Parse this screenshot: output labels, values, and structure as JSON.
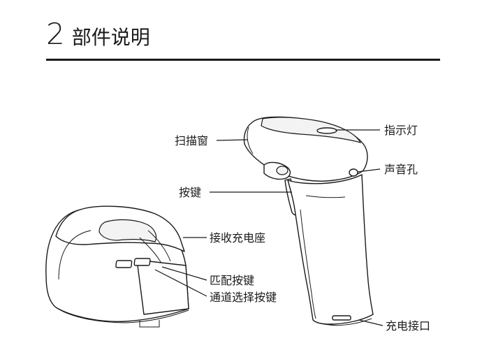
{
  "header": {
    "number": "2",
    "title": "部件说明"
  },
  "labels": {
    "scan_window": "扫描窗",
    "indicator": "指示灯",
    "speaker_hole": "声音孔",
    "trigger_button": "按键",
    "charging_cradle": "接收充电座",
    "pair_button": "匹配按键",
    "channel_button": "通道选择按键",
    "charge_port": "充电接口"
  }
}
